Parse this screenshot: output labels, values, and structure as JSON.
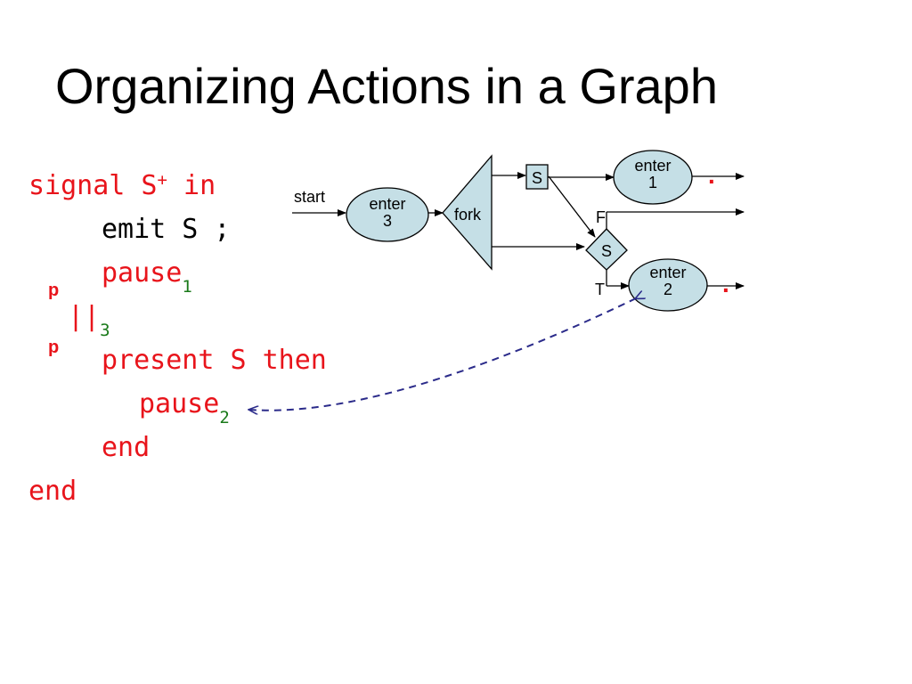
{
  "title": "Organizing Actions in a Graph",
  "code": {
    "line1_kw": "signal S",
    "line1_sup": "+",
    "line1_in": " in",
    "line2": "emit S ;",
    "line3": "pause",
    "line3_sub": "1",
    "line4": "||",
    "line4_sub": "3",
    "line5": "present S then",
    "line6": "pause",
    "line6_sub": "2",
    "line7": "end",
    "line8": "end",
    "p_top": "p",
    "p_bottom": "p"
  },
  "graph": {
    "start_label": "start",
    "enter3": {
      "line1": "enter",
      "line2": "3"
    },
    "fork_label": "fork",
    "s_box": "S",
    "enter1": {
      "line1": "enter",
      "line2": "1"
    },
    "f_label": "F",
    "s_test": "S",
    "t_label": "T",
    "enter2": {
      "line1": "enter",
      "line2": "2"
    },
    "dot1": ".",
    "dot2": "."
  },
  "colors": {
    "code_red": "#e8141b",
    "code_green": "#1a7a1a",
    "node_fill": "#c5dfe6",
    "dashed_arrow": "#2b2b8a"
  }
}
